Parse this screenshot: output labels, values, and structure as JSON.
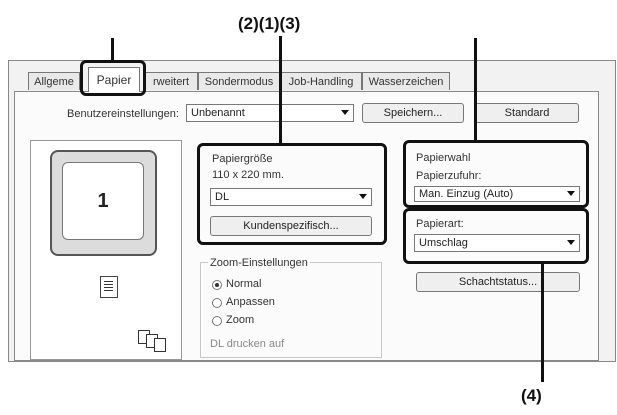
{
  "callouts": {
    "top_center": "(2)(1)(3)",
    "bottom_right": "(4)"
  },
  "tabs": [
    {
      "label": "Allgeme"
    },
    {
      "label": "Papier"
    },
    {
      "label": "rweitert"
    },
    {
      "label": "Sondermodus"
    },
    {
      "label": "Job-Handling"
    },
    {
      "label": "Wasserzeichen"
    }
  ],
  "user_settings": {
    "label": "Benutzereinstellungen:",
    "value": "Unbenannt",
    "save_label": "Speichern...",
    "standard_label": "Standard"
  },
  "preview": {
    "page_number": "1"
  },
  "paper_size": {
    "group_label": "Papiergröße",
    "dimensions": "110 x 220 mm.",
    "value": "DL",
    "custom_button": "Kundenspezifisch..."
  },
  "zoom": {
    "group_label": "Zoom-Einstellungen",
    "options": [
      {
        "label": "Normal",
        "selected": true
      },
      {
        "label": "Anpassen",
        "selected": false
      },
      {
        "label": "Zoom",
        "selected": false
      }
    ],
    "print_on_label": "DL drucken auf"
  },
  "paper_select": {
    "group_label": "Papierwahl",
    "feed_label": "Papierzufuhr:",
    "feed_value": "Man. Einzug (Auto)"
  },
  "paper_type": {
    "label": "Papierart:",
    "value": "Umschlag"
  },
  "tray_status_button": "Schachtstatus..."
}
